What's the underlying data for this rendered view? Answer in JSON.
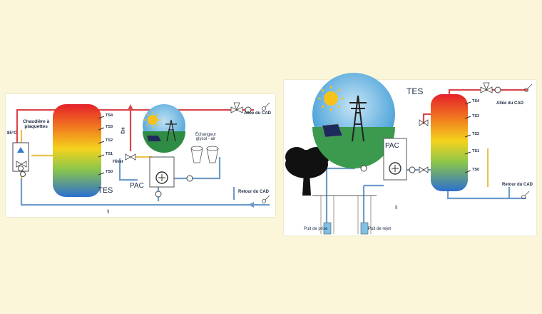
{
  "left": {
    "boiler": "Chaudière à\nplaquettes",
    "boiler_temp": "85°C",
    "sensors": [
      "TS4",
      "TS3",
      "TS2",
      "TS1",
      "TS0"
    ],
    "tank": "TES",
    "summer": "Été",
    "winter": "Hiver",
    "heat_pump": "PAC",
    "exchanger": "Échangeur\nglycol - air",
    "supply": "Allée du CAD",
    "return": "Retour du CAD",
    "footnote": "§"
  },
  "right": {
    "tank": "TES",
    "sensors": [
      "TS4",
      "TS3",
      "TS2",
      "TS1",
      "TS0"
    ],
    "heat_pump": "PAC",
    "supply": "Allée du CAD",
    "return": "Retour du CAD",
    "well_in": "Puit de prise",
    "well_out": "Puit de rejet",
    "footnote": "§"
  },
  "colors": {
    "background": "#fbf6d9",
    "hot_pipe": "#d9474c",
    "cold_pipe": "#6f9bc9",
    "warm_pipe": "#e8c34a",
    "tank_top": "#e5202a",
    "tank_mid": "#f5d31d",
    "tank_bottom": "#2d6fd0"
  },
  "icons": [
    "heat-pump-icon",
    "solar-panel-icon",
    "power-pylon-icon",
    "sun-icon",
    "tree-icon",
    "fan-icon",
    "valve-icon",
    "pump-icon",
    "arrow-icon"
  ]
}
